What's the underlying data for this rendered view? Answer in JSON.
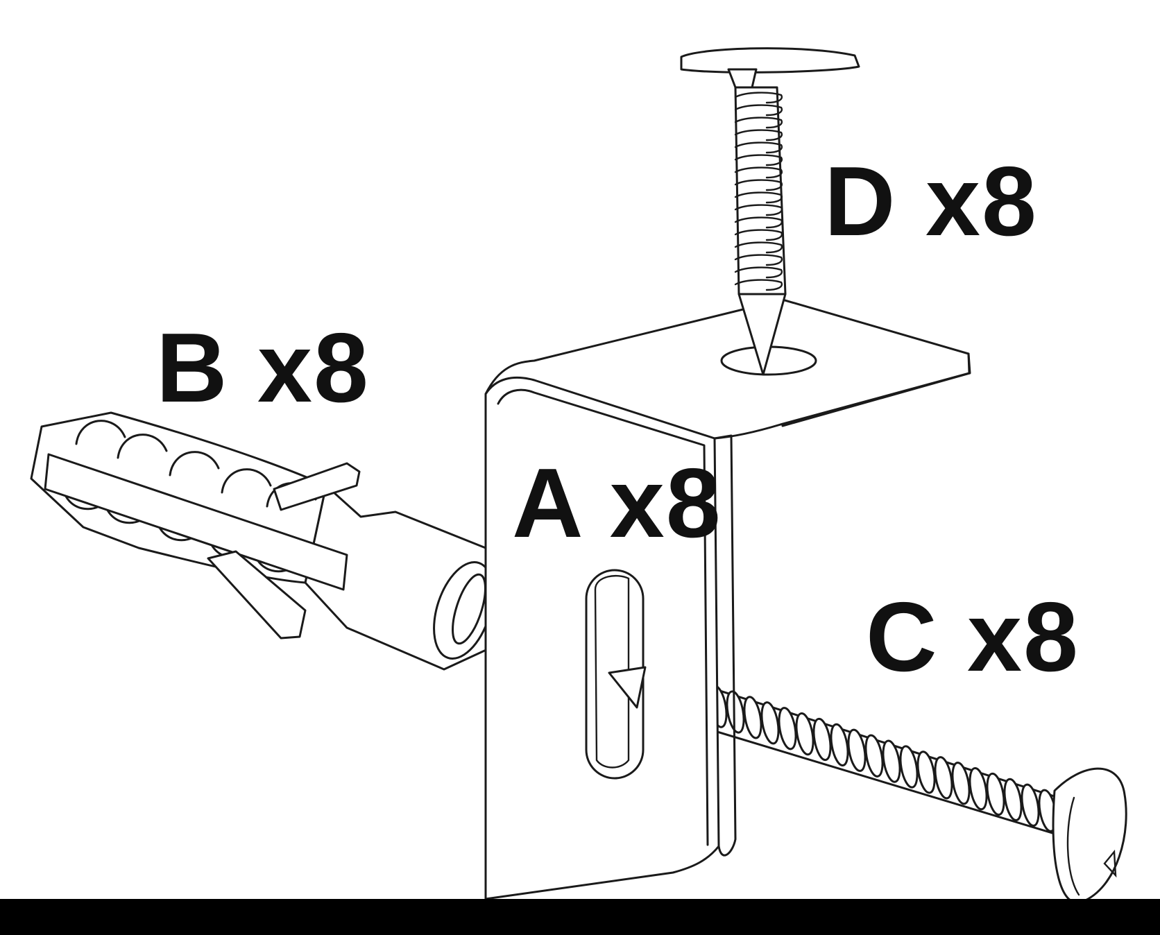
{
  "labels": {
    "a": "A x8",
    "b": "B x8",
    "c": "C x8",
    "d": "D x8"
  },
  "colors": {
    "line": "#1a1a1a",
    "background": "#ffffff",
    "footer_bar": "#000000"
  }
}
